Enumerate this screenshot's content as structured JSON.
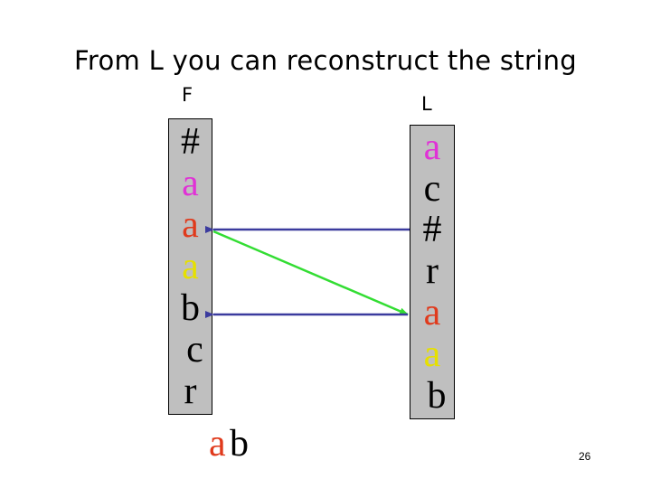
{
  "slide": {
    "title": "From L you can reconstruct the string",
    "page_number": "26"
  },
  "column_f": {
    "header": "F",
    "cells": [
      {
        "char": "#",
        "color": "#000000"
      },
      {
        "char": "a",
        "color": "#e032d6"
      },
      {
        "char": "a",
        "color": "#e03a1c"
      },
      {
        "char": "a",
        "color": "#e6e000"
      },
      {
        "char": "b",
        "color": "#000000"
      },
      {
        "char": "c",
        "color": "#000000"
      },
      {
        "char": "r",
        "color": "#000000"
      }
    ]
  },
  "column_l": {
    "header": "L",
    "cells": [
      {
        "char": "a",
        "color": "#e032d6"
      },
      {
        "char": "c",
        "color": "#000000"
      },
      {
        "char": "#",
        "color": "#000000"
      },
      {
        "char": "r",
        "color": "#000000"
      },
      {
        "char": "a",
        "color": "#e03a1c"
      },
      {
        "char": "a",
        "color": "#e6e000"
      },
      {
        "char": "b",
        "color": "#000000"
      }
    ]
  },
  "reconstructed": {
    "first": {
      "char": "a",
      "color": "#e03a1c"
    },
    "second": {
      "char": "b",
      "color": "#000000"
    }
  },
  "colors": {
    "arrow_blue": "#3b3b9e",
    "arrow_green": "#33dd33",
    "column_fill": "#bfbfbf"
  }
}
